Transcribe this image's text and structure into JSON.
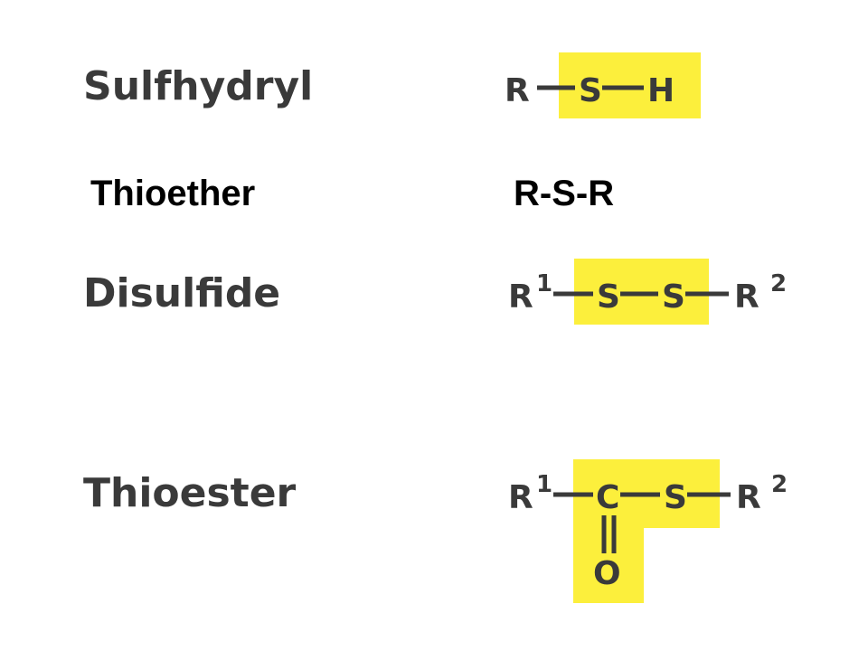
{
  "groups": {
    "sulfhydryl": {
      "name": "Sulfhydryl",
      "atoms": [
        "R",
        "S",
        "H"
      ]
    },
    "thioether": {
      "name": "Thioether",
      "formula": "R-S-R"
    },
    "disulfide": {
      "name": "Disulfide",
      "atoms": [
        "R",
        "S",
        "S",
        "R"
      ],
      "superscripts": [
        "1",
        "2"
      ]
    },
    "thioester": {
      "name": "Thioester",
      "atoms": [
        "R",
        "C",
        "S",
        "R",
        "O"
      ],
      "superscripts": [
        "1",
        "2"
      ]
    }
  },
  "colors": {
    "highlight": "#fcef3c",
    "text_dark": "#3a3a3a",
    "text_black": "#000000"
  }
}
